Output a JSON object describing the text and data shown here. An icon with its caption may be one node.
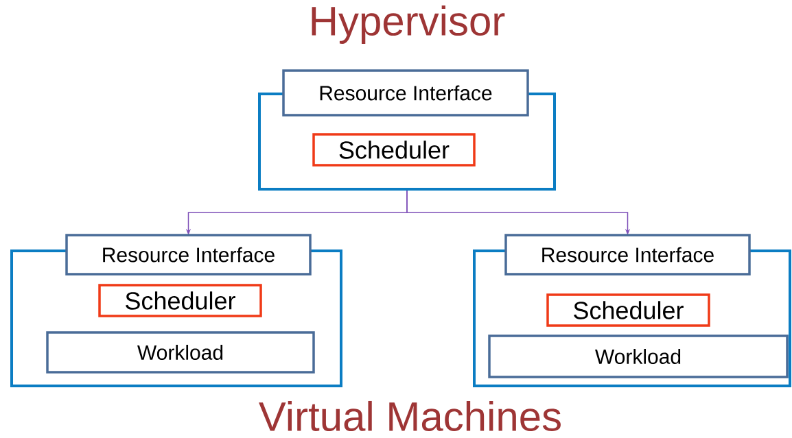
{
  "diagram": {
    "nodes": [
      {
        "text": [],
        "shape": "box",
        "beside": [
          "Hypervisor"
        ]
      },
      {
        "text": [
          "Resource Interface"
        ]
      },
      {
        "text": [
          "Scheduler"
        ],
        "in": 0
      },
      {
        "text": [],
        "shape": "box"
      },
      {
        "text": [
          "Resource Interface"
        ]
      },
      {
        "text": [
          "Scheduler"
        ],
        "in": 3
      },
      {
        "text": [
          "Workload"
        ],
        "in": 3
      },
      {
        "text": [],
        "shape": "box"
      },
      {
        "text": [
          "Resource Interface"
        ]
      },
      {
        "text": [
          "Scheduler"
        ],
        "in": 7
      },
      {
        "text": [
          "Workload"
        ],
        "in": 7
      }
    ],
    "edges": [
      {
        "from": 0,
        "to": 4,
        "arrow": "to"
      },
      {
        "from": 0,
        "to": 8,
        "arrow": "to"
      }
    ],
    "labels": [
      "Virtual Machines"
    ]
  }
}
